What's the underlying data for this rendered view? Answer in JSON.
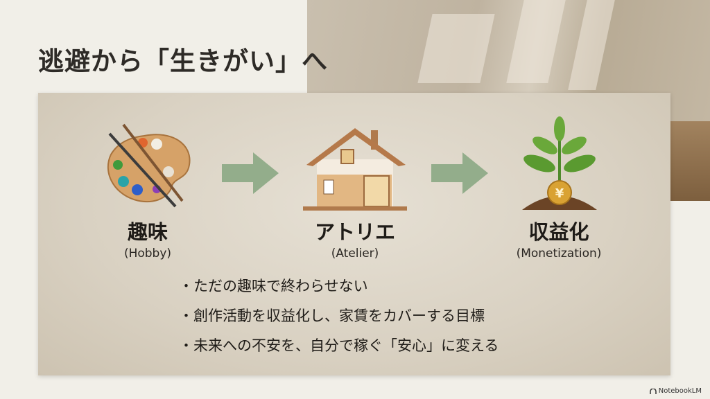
{
  "title": "逃避から「生きがい」へ",
  "steps": [
    {
      "label": "趣味",
      "sub": "(Hobby)",
      "icon": "palette-icon"
    },
    {
      "label": "アトリエ",
      "sub": "(Atelier)",
      "icon": "house-icon"
    },
    {
      "label": "収益化",
      "sub": "(Monetization)",
      "icon": "sprout-coin-icon"
    }
  ],
  "coin_symbol": "¥",
  "bullets": [
    "ただの趣味で終わらせない",
    "創作活動を収益化し、家賃をカバーする目標",
    "未来への不安を、自分で稼ぐ「安心」に変える"
  ],
  "brand": "NotebookLM",
  "colors": {
    "arrow": "#93ad8b",
    "background": "#f1efe8",
    "panel": "#d9d1c2"
  }
}
